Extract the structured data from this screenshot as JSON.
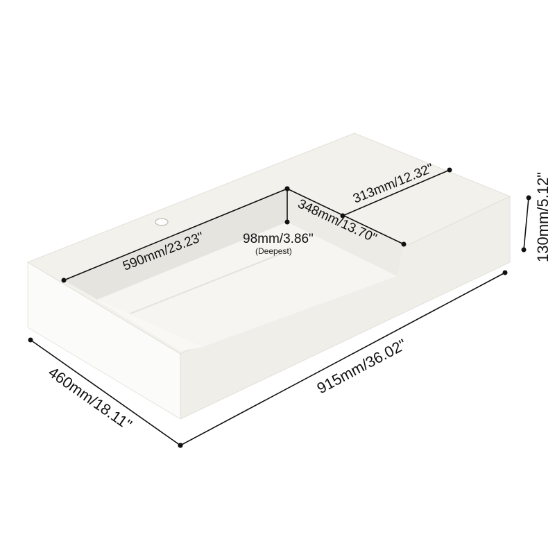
{
  "colors": {
    "sink_top": "#f3f1ec",
    "sink_front": "#fbfbf9",
    "sink_side": "#ebe9e3",
    "basin_floor": "#f6f5f1",
    "basin_wall_back": "#e4e2dc",
    "basin_wall_side": "#eeece7",
    "dimension": "#111111"
  },
  "dimensions": {
    "basin_length": "590mm/23.23\"",
    "basin_width": "348mm/13.70\"",
    "basin_depth": "98mm/3.86\"",
    "basin_depth_note": "(Deepest)",
    "deck_width": "313mm/12.32\"",
    "overall_height": "130mm/5.12\"",
    "overall_length": "915mm/36.02\"",
    "overall_depth": "460mm/18.11\""
  }
}
